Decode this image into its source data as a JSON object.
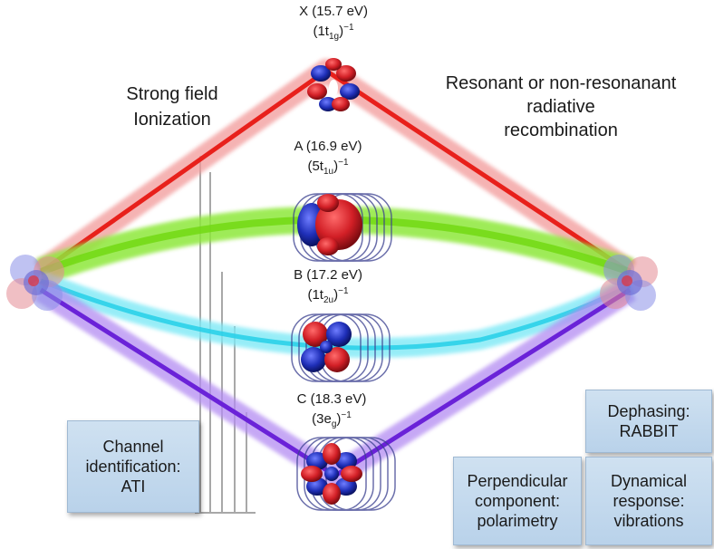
{
  "states": [
    {
      "id": "X",
      "energy": "X (15.7 eV)",
      "orb_main": "(1t",
      "orb_sub": "1g",
      "orb_close": ")",
      "orb_sup": "−1",
      "color": "#e8201b"
    },
    {
      "id": "A",
      "energy": "A (16.9 eV)",
      "orb_main": "(5t",
      "orb_sub": "1u",
      "orb_close": ")",
      "orb_sup": "−1",
      "color": "#7be21a"
    },
    {
      "id": "B",
      "energy": "B (17.2 eV)",
      "orb_main": "(1t",
      "orb_sub": "2u",
      "orb_close": ")",
      "orb_sup": "−1",
      "color": "#3ad9ef"
    },
    {
      "id": "C",
      "energy": "C (18.3 eV)",
      "orb_main": "(3e",
      "orb_sub": "g",
      "orb_close": ")",
      "orb_sup": "−1",
      "color": "#7a2fe0"
    }
  ],
  "labels": {
    "strong_field_1": "Strong field",
    "strong_field_2": "Ionization",
    "recomb_1": "Resonant or non-resonanant",
    "recomb_2": "radiative",
    "recomb_3": "recombination"
  },
  "boxes": {
    "channel": [
      "Channel",
      "identification:",
      "ATI"
    ],
    "dephasing": [
      "Dephasing:",
      "RABBIT"
    ],
    "perpendicular": [
      "Perpendicular",
      "component:",
      "polarimetry"
    ],
    "dynamical": [
      "Dynamical",
      "response:",
      "vibrations"
    ]
  },
  "colors": {
    "orbital_positive": "#d21f26",
    "orbital_negative": "#1f2fb8",
    "box_fill": "#c6dbef"
  }
}
